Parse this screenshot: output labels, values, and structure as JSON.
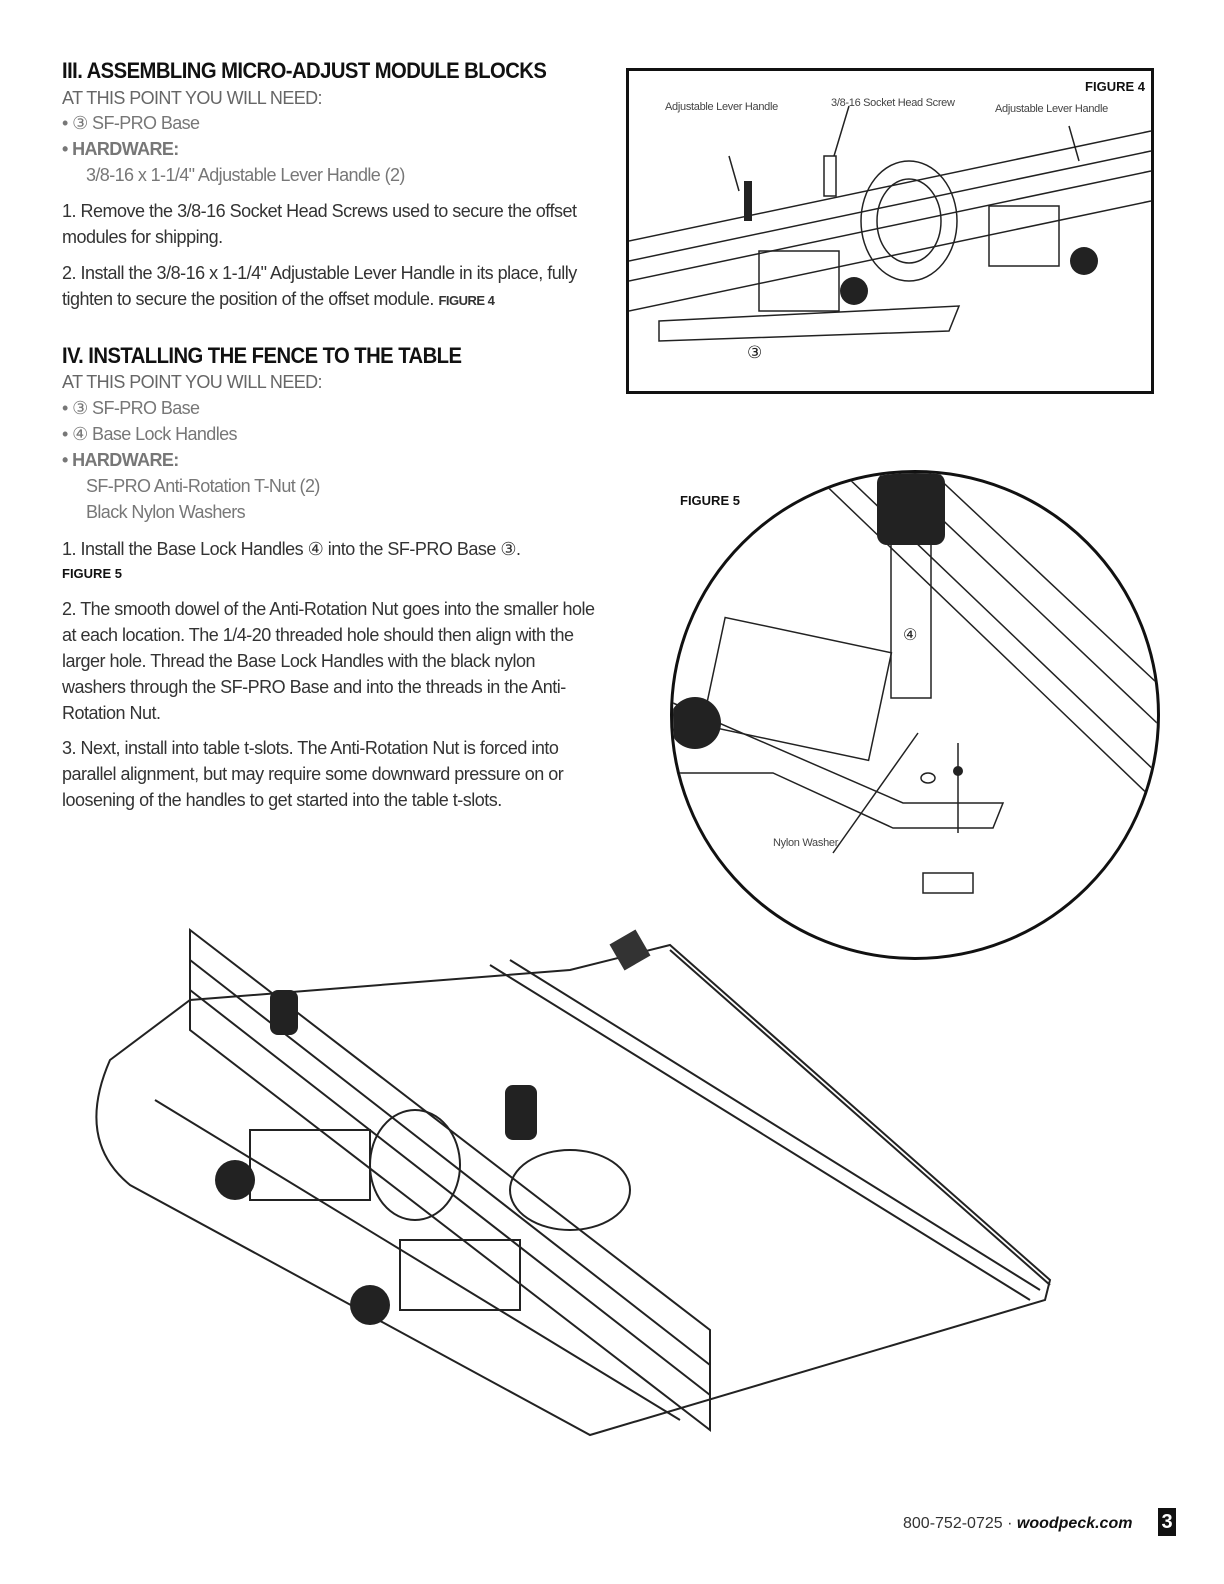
{
  "section3": {
    "title": "III.  ASSEMBLING MICRO-ADJUST MODULE BLOCKS",
    "need": "AT THIS POINT YOU WILL NEED:",
    "items": [
      "• ③ SF-PRO Base",
      "• HARDWARE:"
    ],
    "hardware": [
      "3/8-16 x 1-1/4\" Adjustable Lever Handle (2)"
    ],
    "steps": [
      "1.  Remove the 3/8-16 Socket Head Screws used to secure the offset modules for shipping.",
      "2.  Install the 3/8-16 x 1-1/4\" Adjustable Lever Handle in its place, fully tighten to secure the position of the offset module."
    ],
    "step2_ref": "FIGURE 4"
  },
  "section4": {
    "title": "IV.  INSTALLING THE FENCE TO THE TABLE",
    "need": "AT THIS POINT YOU WILL NEED:",
    "items": [
      "• ③ SF-PRO Base",
      "• ④ Base Lock Handles",
      "• HARDWARE:"
    ],
    "hardware": [
      "SF-PRO Anti-Rotation T-Nut (2)",
      "Black Nylon Washers"
    ],
    "step1": "1.  Install the Base Lock Handles ④ into the SF-PRO Base ③.",
    "step1_ref": "FIGURE 5",
    "steps": [
      "2.  The smooth dowel of the Anti-Rotation Nut goes into the smaller hole at each location. The 1/4-20 threaded hole should then align with the larger hole. Thread the Base Lock Handles with the black nylon washers through the SF-PRO Base and into the threads in the Anti-Rotation Nut.",
      "3.  Next, install into table t-slots. The Anti-Rotation Nut is forced into parallel alignment, but may require some downward pressure on or loosening of the handles to get started into the table t-slots."
    ]
  },
  "figure4": {
    "title": "FIGURE 4",
    "labels": [
      "Adjustable Lever Handle",
      "3/8-16 Socket Head Screw",
      "Adjustable Lever Handle"
    ],
    "callout": "③"
  },
  "figure5": {
    "title": "FIGURE 5",
    "callout": "④",
    "label": "Nylon Washer"
  },
  "footer": {
    "phone": "800-752-0725 ·",
    "site": "woodpeck.com",
    "page": "3"
  }
}
